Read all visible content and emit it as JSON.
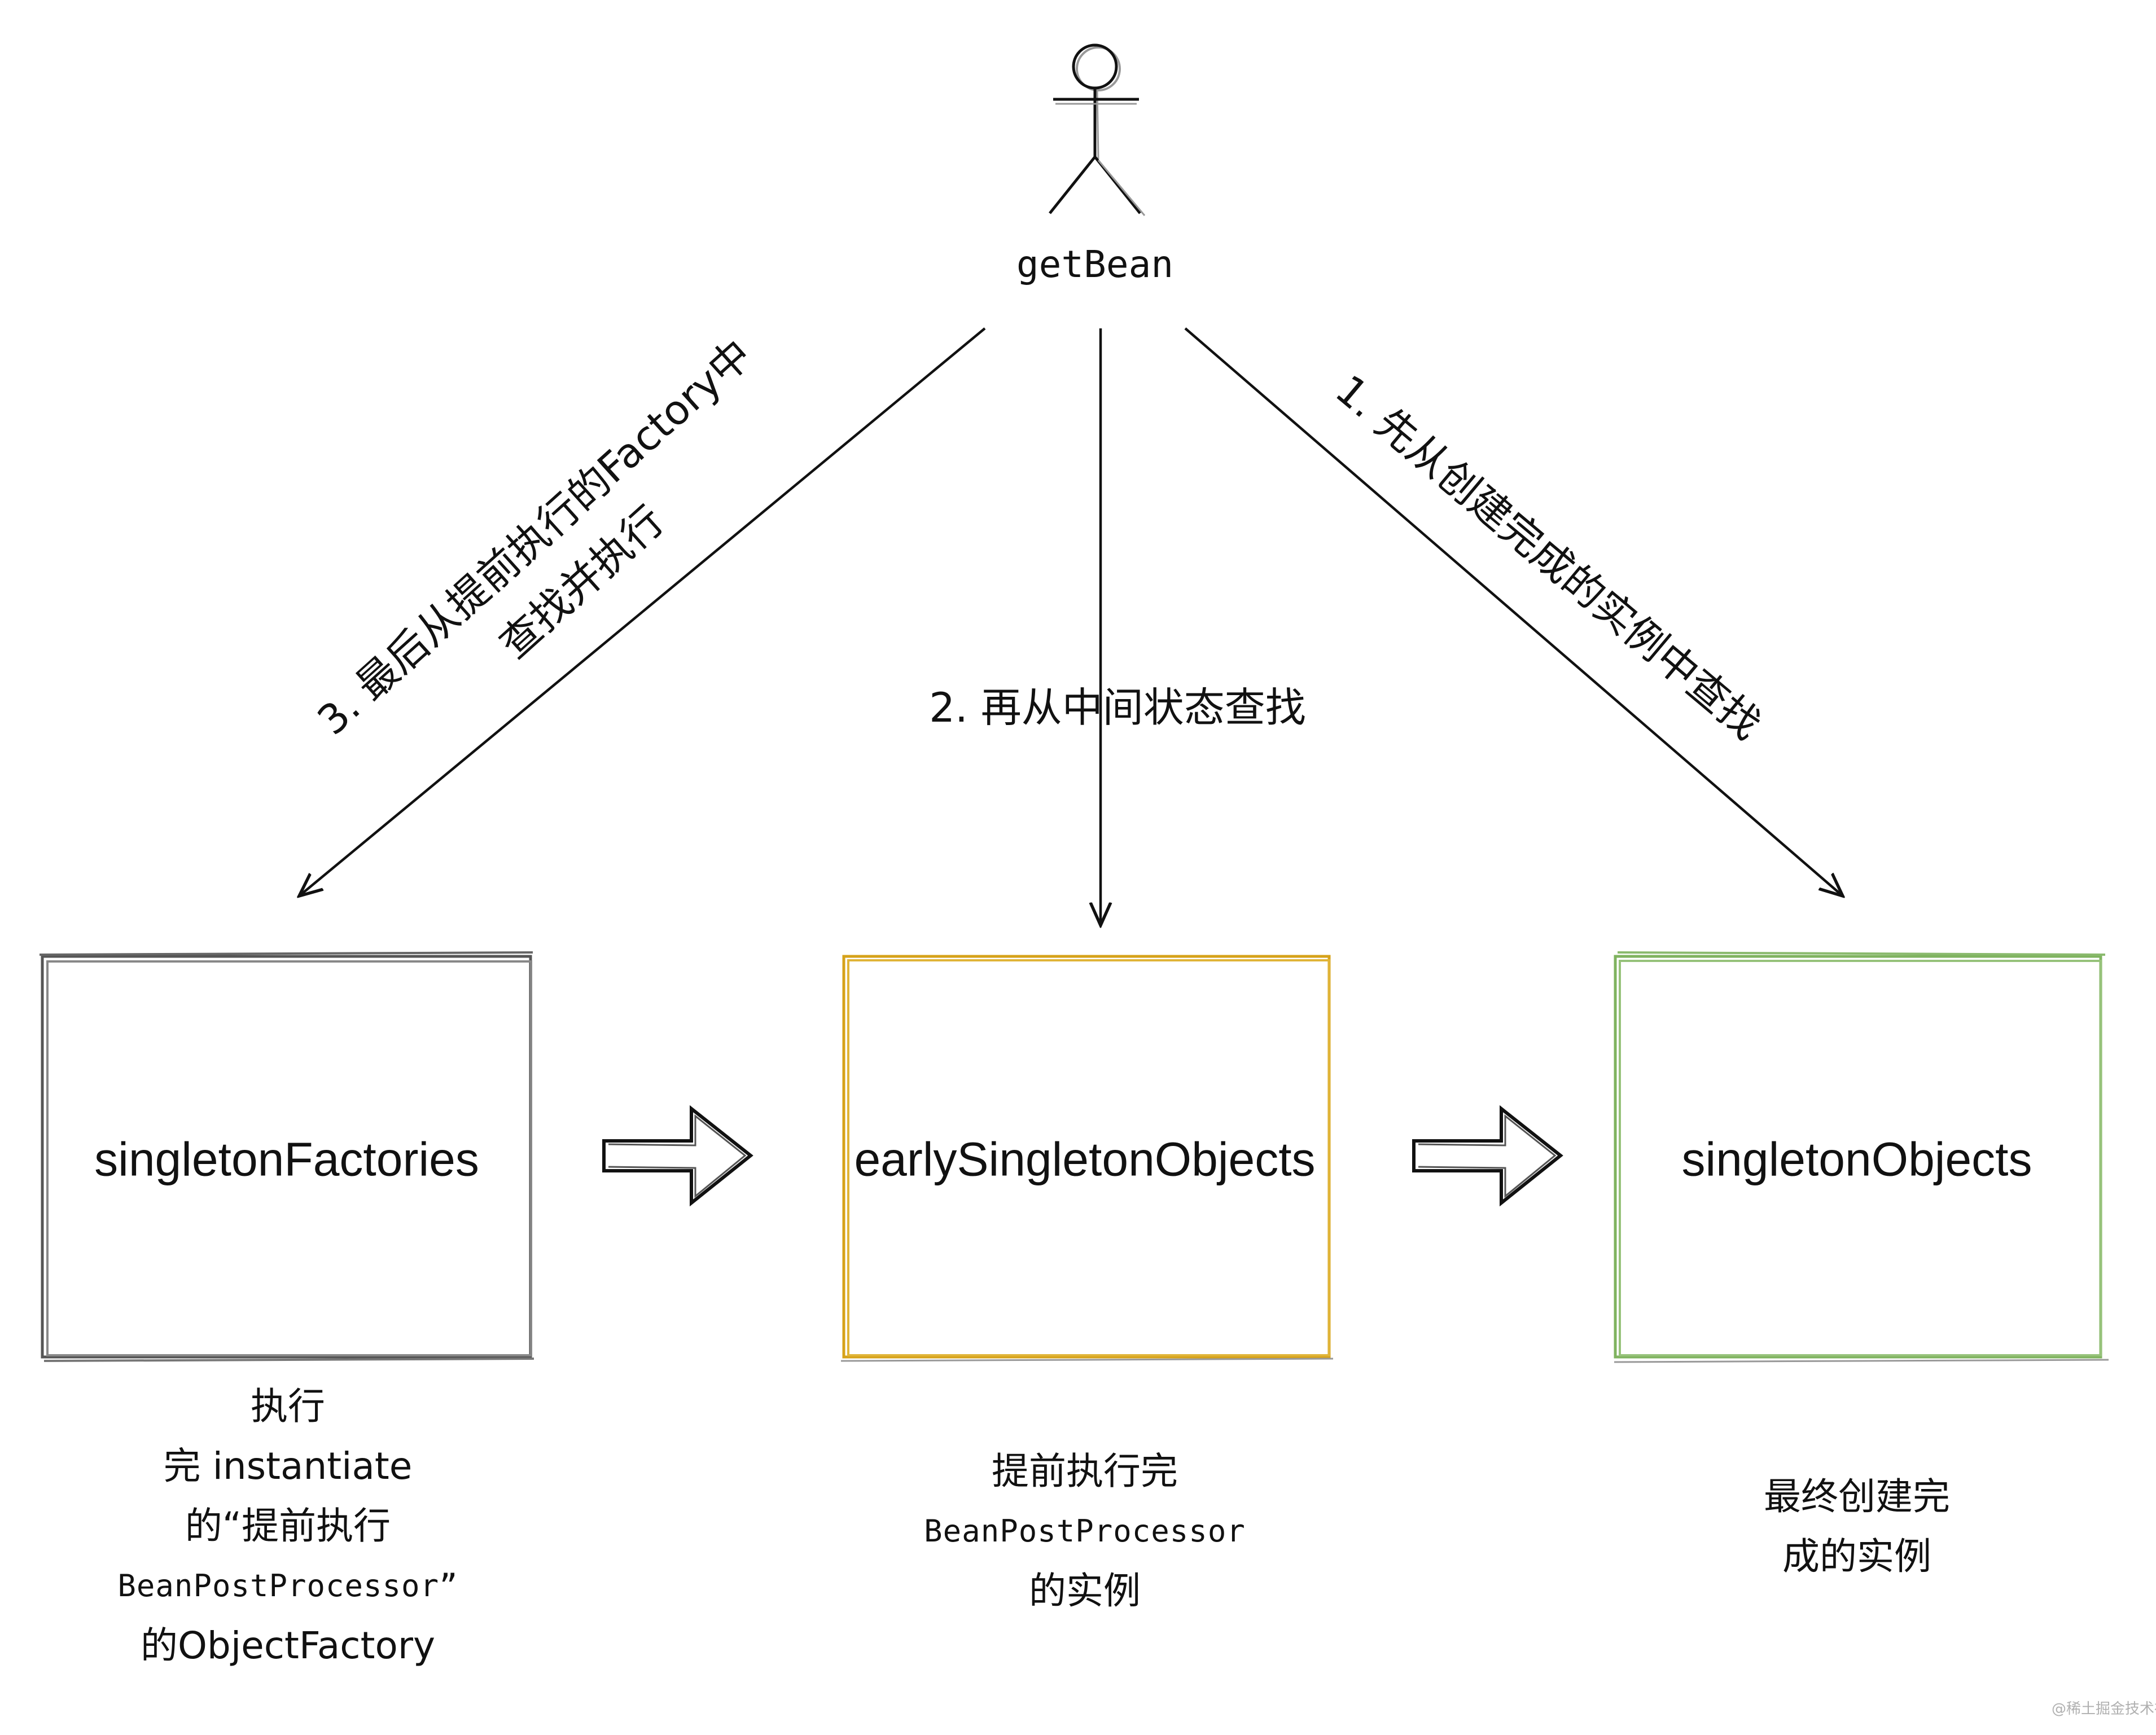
{
  "actor": {
    "label": "getBean"
  },
  "edges": [
    {
      "id": "edge-3",
      "label_line1": "3. 最后从提前执行的Factory中",
      "label_line2": "查找并执行"
    },
    {
      "id": "edge-2",
      "label": "2. 再从中间状态查找"
    },
    {
      "id": "edge-1",
      "label": "1. 先从创建完成的实例中查找"
    }
  ],
  "boxes": [
    {
      "id": "singleton-factories",
      "title": "singletonFactories",
      "stroke": "#555555",
      "caption": [
        "执行",
        "完  instantiate",
        "的“提前执行",
        "BeanPostProcessor”",
        "的ObjectFactory"
      ]
    },
    {
      "id": "early-singleton-objects",
      "title": "earlySingletonObjects",
      "stroke": "#d6a21a",
      "caption": [
        "提前执行完",
        "BeanPostProcessor",
        "的实例"
      ]
    },
    {
      "id": "singleton-objects",
      "title": "singletonObjects",
      "stroke": "#7fb35f",
      "caption": [
        "最终创建完",
        "成的实例"
      ]
    }
  ],
  "watermark": "@稀土掘金技术社区"
}
